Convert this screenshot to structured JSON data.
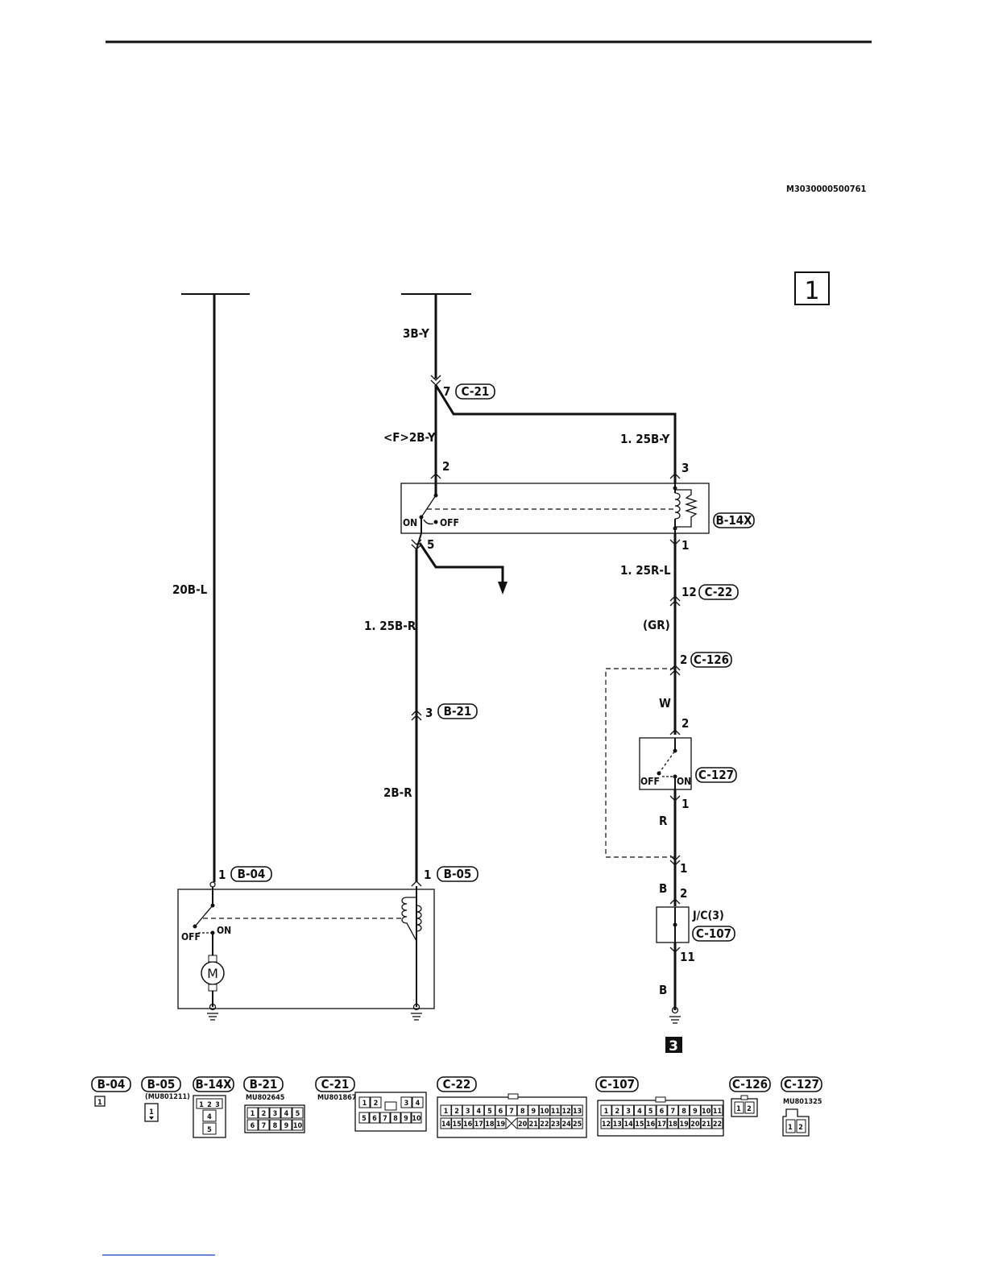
{
  "figure_code": "M3030000500761",
  "page_ref": "1",
  "continuation_ref": "3",
  "wires": {
    "w_20bl": "20B-L",
    "w_3by": "3B-Y",
    "w_f2by": "<F>2B-Y",
    "w_125by": "1. 25B-Y",
    "w_125br": "1. 25B-R",
    "w_2br": "2B-R",
    "w_125rl": "1. 25R-L",
    "w_gr": "(GR)",
    "w_w": "W",
    "w_r": "R",
    "w_b1": "B",
    "w_b2": "B"
  },
  "connectors": {
    "c21": "C-21",
    "c22": "C-22",
    "c126": "C-126",
    "c127": "C-127",
    "c107": "C-107",
    "b14x": "B-14X",
    "b21": "B-21",
    "b04": "B-04",
    "b05": "B-05",
    "jc": "J/C(3)"
  },
  "pins": {
    "p7": "7",
    "p2a": "2",
    "p3a": "3",
    "p5": "5",
    "p1a": "1",
    "p12": "12",
    "p2b": "2",
    "p2c": "2",
    "p1b": "1",
    "p1c": "1",
    "p2d": "2",
    "p11": "11",
    "p3b": "3",
    "p1d": "1",
    "p1e": "1"
  },
  "switch_labels": {
    "on1": "ON",
    "off1": "OFF",
    "on2": "ON",
    "off2": "OFF",
    "on3": "ON",
    "off3": "OFF",
    "motor": "M"
  },
  "legend": {
    "items": [
      {
        "tag": "B-04",
        "part": "1"
      },
      {
        "tag": "B-05",
        "part": "(MU801211)"
      },
      {
        "tag": "B-14X",
        "part": ""
      },
      {
        "tag": "B-21",
        "part": "MU802645"
      },
      {
        "tag": "C-21",
        "part": "MU801867"
      },
      {
        "tag": "C-22",
        "part": ""
      },
      {
        "tag": "C-107",
        "part": ""
      },
      {
        "tag": "C-126",
        "part": ""
      },
      {
        "tag": "C-127",
        "part": "MU801325"
      }
    ],
    "b14x_pins": [
      "1",
      "2",
      "3",
      "4",
      "5"
    ],
    "b21_pins": [
      "1",
      "2",
      "3",
      "4",
      "5",
      "6",
      "7",
      "8",
      "9",
      "10"
    ],
    "c21_pins": [
      "1",
      "2",
      "3",
      "4",
      "5",
      "6",
      "7",
      "8",
      "9",
      "10"
    ],
    "c22_pins": [
      "1",
      "2",
      "3",
      "4",
      "5",
      "6",
      "7",
      "8",
      "9",
      "10",
      "11",
      "12",
      "13",
      "14",
      "15",
      "16",
      "17",
      "18",
      "19",
      "20",
      "21",
      "22",
      "23",
      "24",
      "25"
    ],
    "c107_pins": [
      "1",
      "2",
      "3",
      "4",
      "5",
      "6",
      "7",
      "8",
      "9",
      "10",
      "11",
      "12",
      "13",
      "14",
      "15",
      "16",
      "17",
      "18",
      "19",
      "20",
      "21",
      "22"
    ],
    "c126_pins": [
      "1",
      "2"
    ],
    "c127_pins": [
      "1",
      "2"
    ],
    "b05_pins": [
      "1"
    ]
  }
}
